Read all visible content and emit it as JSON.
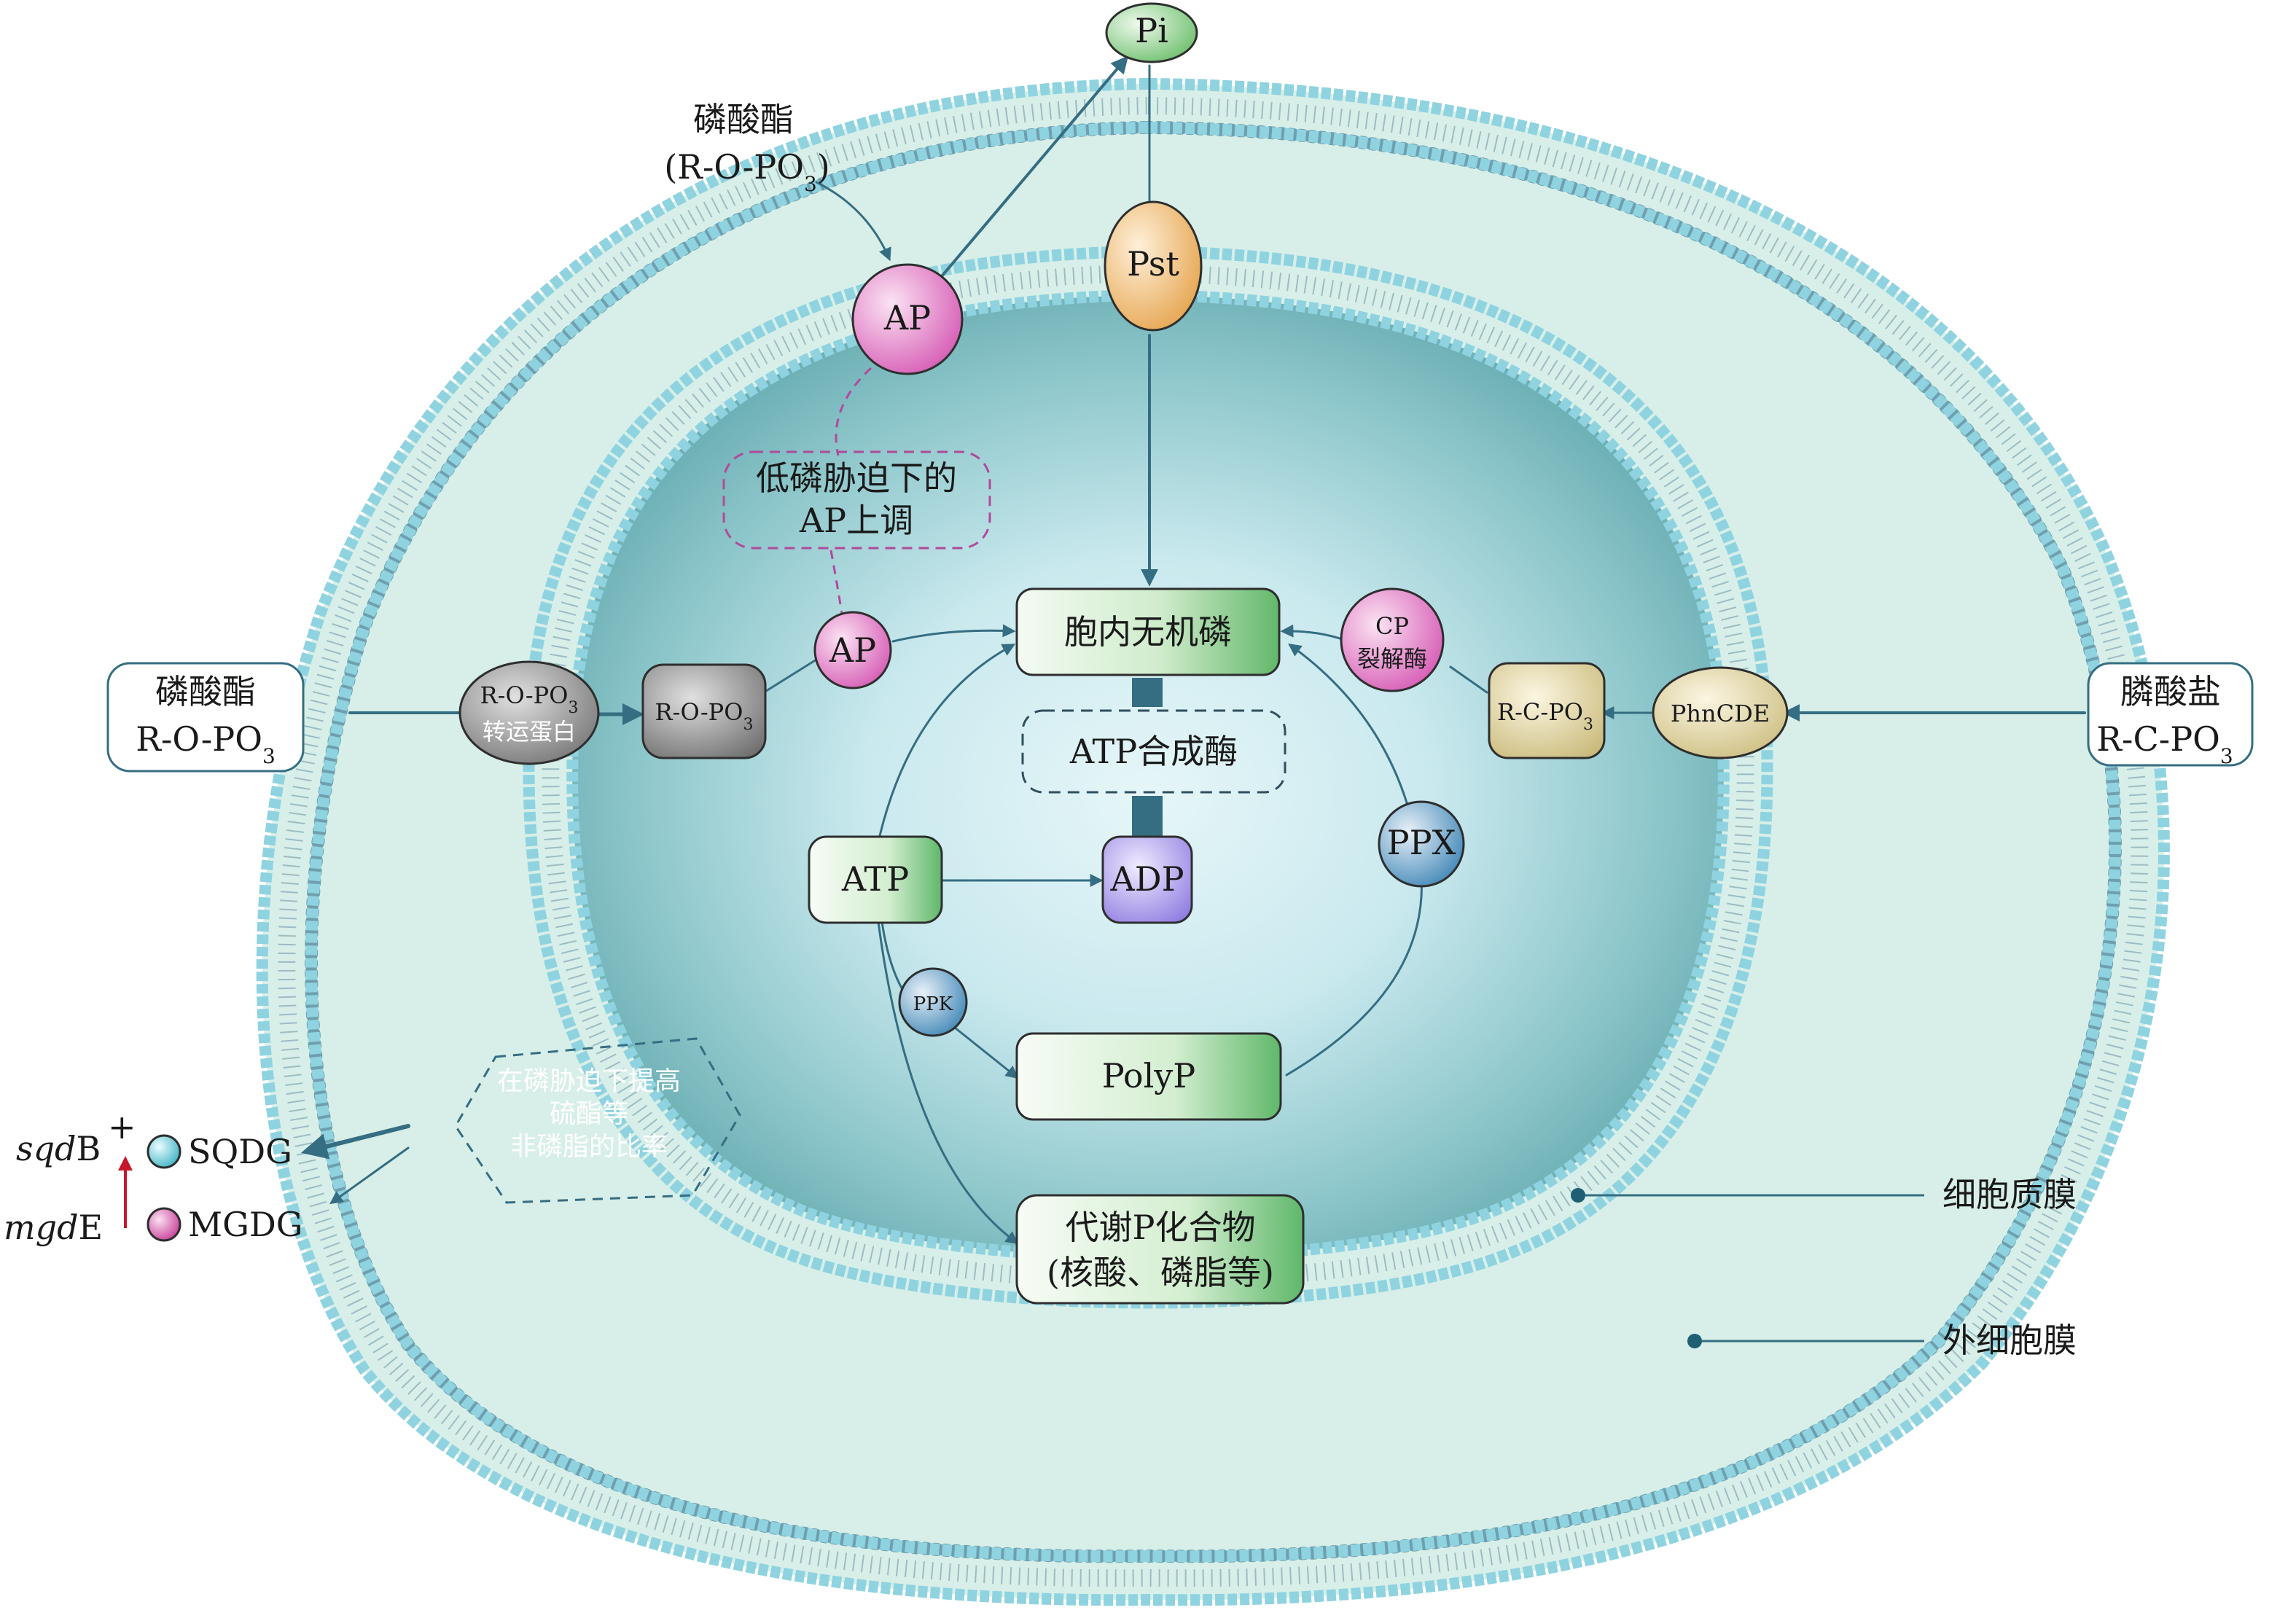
{
  "labels": {
    "pi": "Pi",
    "phosphoester_top_line1": "磷酸酯",
    "phosphoester_top_line2": "(R-O-PO",
    "phosphoester_top_sub": "3",
    "phosphoester_top_close": ")",
    "ap_membrane": "AP",
    "pst": "Pst",
    "ap_upregulation_line1": "低磷胁迫下的",
    "ap_upregulation_line2": "AP上调",
    "phosphoester_left_line1": "磷酸酯",
    "phosphoester_left_line2": "R-O-PO",
    "phosphoester_left_sub": "3",
    "transporter_line1": "R-O-PO",
    "transporter_sub": "3",
    "transporter_line2": "转运蛋白",
    "ropo3_box": "R-O-PO",
    "ropo3_box_sub": "3",
    "ap_inner": "AP",
    "intracellular_pi": "胞内无机磷",
    "cp_lyase_line1": "CP",
    "cp_lyase_line2": "裂解酶",
    "rcpo3_box": "R-C-PO",
    "rcpo3_box_sub": "3",
    "phncde": "PhnCDE",
    "phosphonate_line1": "膦酸盐",
    "phosphonate_line2": "R-C-PO",
    "phosphonate_sub": "3",
    "atp_synthase": "ATP合成酶",
    "atp": "ATP",
    "adp": "ADP",
    "ppx": "PPX",
    "ppk": "PPK",
    "polyp": "PolyP",
    "metabolic_line1": "代谢P化合物",
    "metabolic_line2": "(核酸、磷脂等)",
    "lipid_note_line1": "在磷胁迫下提高",
    "lipid_note_line2": "硫酯等",
    "lipid_note_line3": "非磷脂的比率",
    "sqdb_gene": "sqd",
    "sqdb_suffix": "B",
    "sqdb_plus": "+",
    "sqdg": "SQDG",
    "mgde_gene": "mgd",
    "mgde_suffix": "E",
    "mgdg": "MGDG",
    "cytoplasmic_membrane": "细胞质膜",
    "outer_membrane": "外细胞膜"
  },
  "colors": {
    "arrow": "#356d82",
    "periplasm": "#d7efe8",
    "membrane_bead": "#8fd3e0",
    "cytoplasm_center": "#e3f4f7",
    "cytoplasm_edge": "#75b6bc",
    "ap_pink": "#e486c9",
    "pst_orange": "#f0c48a",
    "pi_green": "#8fcb8a",
    "green_box": "#7fc98a",
    "adp_purple": "#a594e8",
    "ppx_blue": "#6aa3c8",
    "gray_box": "#8c8c8c",
    "tan_box": "#d9cf9c",
    "dashed_pink": "#b04a9a",
    "red_arrow": "#c6182a",
    "sqdg_dot": "#5cc3d0",
    "mgdg_dot": "#d65aa9"
  }
}
